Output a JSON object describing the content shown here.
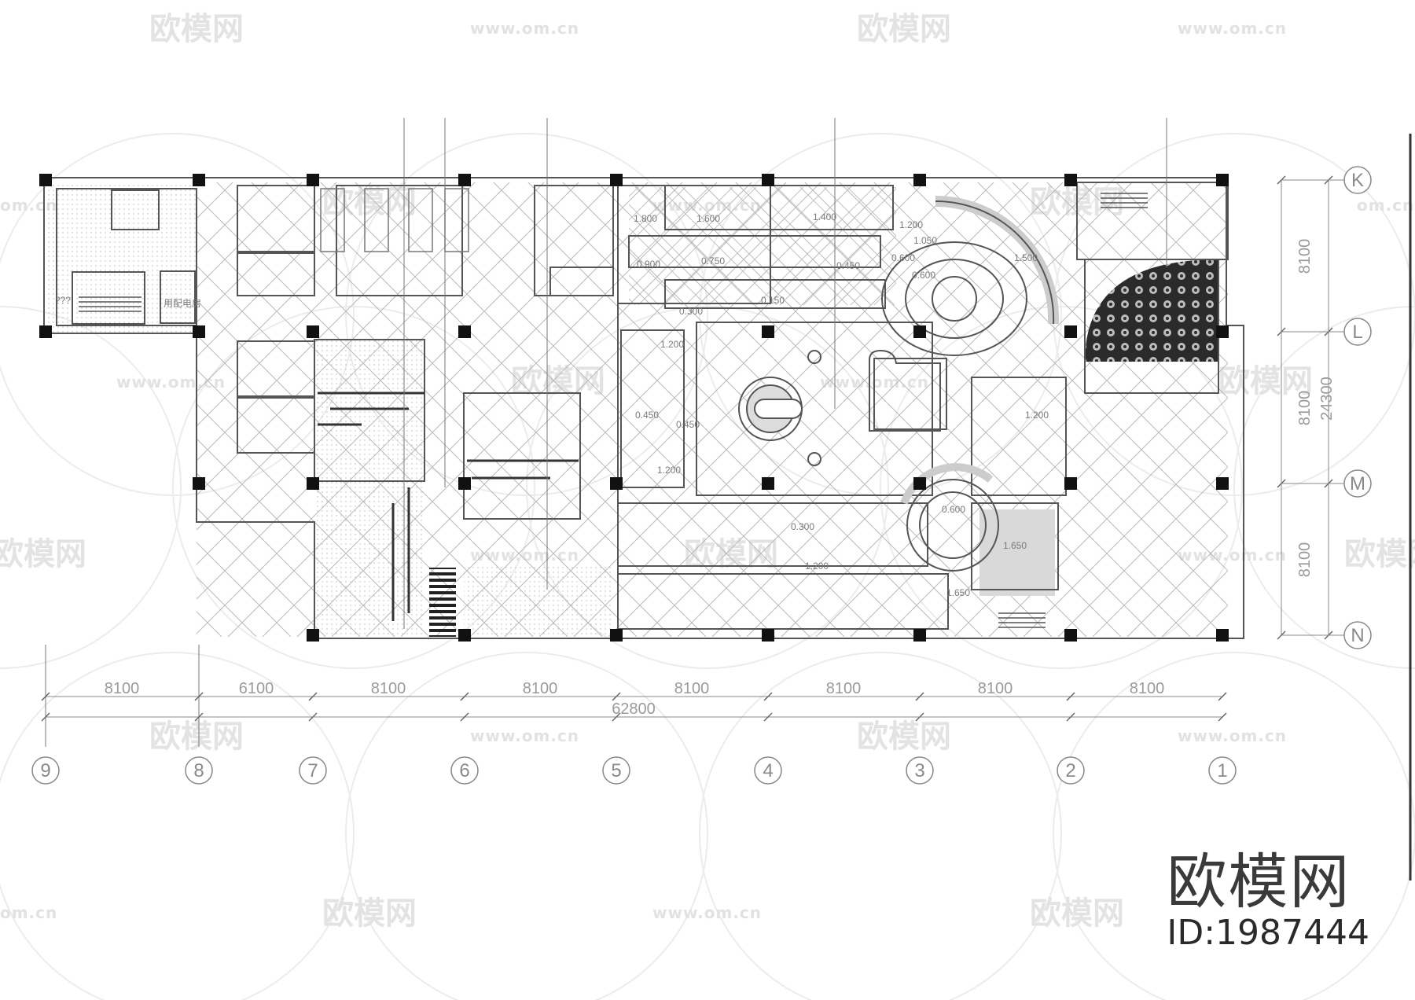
{
  "watermark": {
    "brand": "欧模网",
    "url": "www.om.cn",
    "url_short": "om.cn"
  },
  "brand_mark": {
    "name": "欧模网",
    "id": "ID:1987444"
  },
  "column_axes": [
    "9",
    "8",
    "7",
    "6",
    "5",
    "4",
    "3",
    "2",
    "1"
  ],
  "row_axes": [
    "K",
    "L",
    "M",
    "N"
  ],
  "bay_dims": [
    "8100",
    "6100",
    "8100",
    "8100",
    "8100",
    "8100",
    "8100",
    "8100"
  ],
  "total_width_dim": "62800",
  "row_dims": [
    "8100",
    "8100",
    "8100"
  ],
  "total_depth_dim": "24300",
  "room_labels": {
    "unknown": "???",
    "electric_room": "用配电房"
  },
  "elevations": [
    "1.800",
    "1.600",
    "1.400",
    "1.200",
    "1.050",
    "0.900",
    "0.750",
    "0.450",
    "0.600",
    "0.600",
    "1.500",
    "0.300",
    "0.150",
    "1.200",
    "0.450",
    "0.450",
    "1.200",
    "1.200",
    "0.600",
    "0.300",
    "1.650",
    "1.200",
    "1.650"
  ]
}
